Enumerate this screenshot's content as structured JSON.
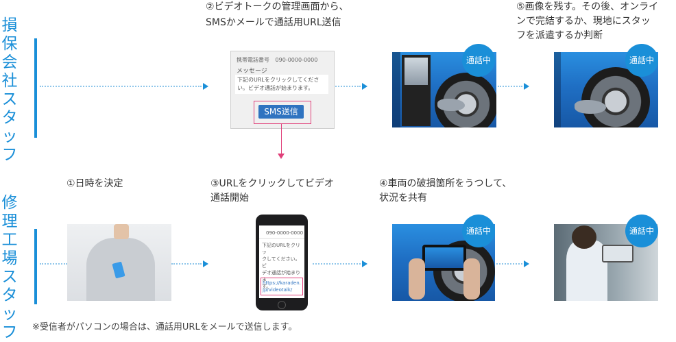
{
  "rows": {
    "insurance": {
      "label": "損保会社スタッフ"
    },
    "repair": {
      "label": "修理工場スタッフ"
    }
  },
  "steps": {
    "s1": "①日時を決定",
    "s2_line1": "②ビデオトークの管理画面から、",
    "s2_line2": "SMSかメールで通話用URL送信",
    "s3_line1": "③URLをクリックしてビデオ",
    "s3_line2": "通話開始",
    "s4_line1": "④車両の破損箇所をうつして、",
    "s4_line2": "状況を共有",
    "s5_line1": "⑤画像を残す。その後、オンライ",
    "s5_line2": "ンで完結するか、現地にスタッ",
    "s5_line3": "フを派遣するか判断"
  },
  "badge": "通話中",
  "admin_panel": {
    "phone_label": "携帯電話番号",
    "phone_number": "090-0000-0000",
    "message_label": "メッセージ",
    "message_text_1": "下記のURLをクリックしてくださ",
    "message_text_2": "い。ビデオ通話が始まります。",
    "send_button": "SMS送信"
  },
  "phone": {
    "number": "090-0000-0000",
    "msg_1": "下記のURLをクリッ",
    "msg_2": "クしてください。ビ",
    "msg_3": "デオ通話が始まりま",
    "msg_4": "す。",
    "link_1": "https://karaden.",
    "link_2": "jp/videotalk/"
  },
  "footnote": "※受信者がパソコンの場合は、通話用URLをメールで送信します。",
  "colors": {
    "accent": "#1a8fd8",
    "highlight": "#e0407a",
    "button": "#2f73c0"
  }
}
